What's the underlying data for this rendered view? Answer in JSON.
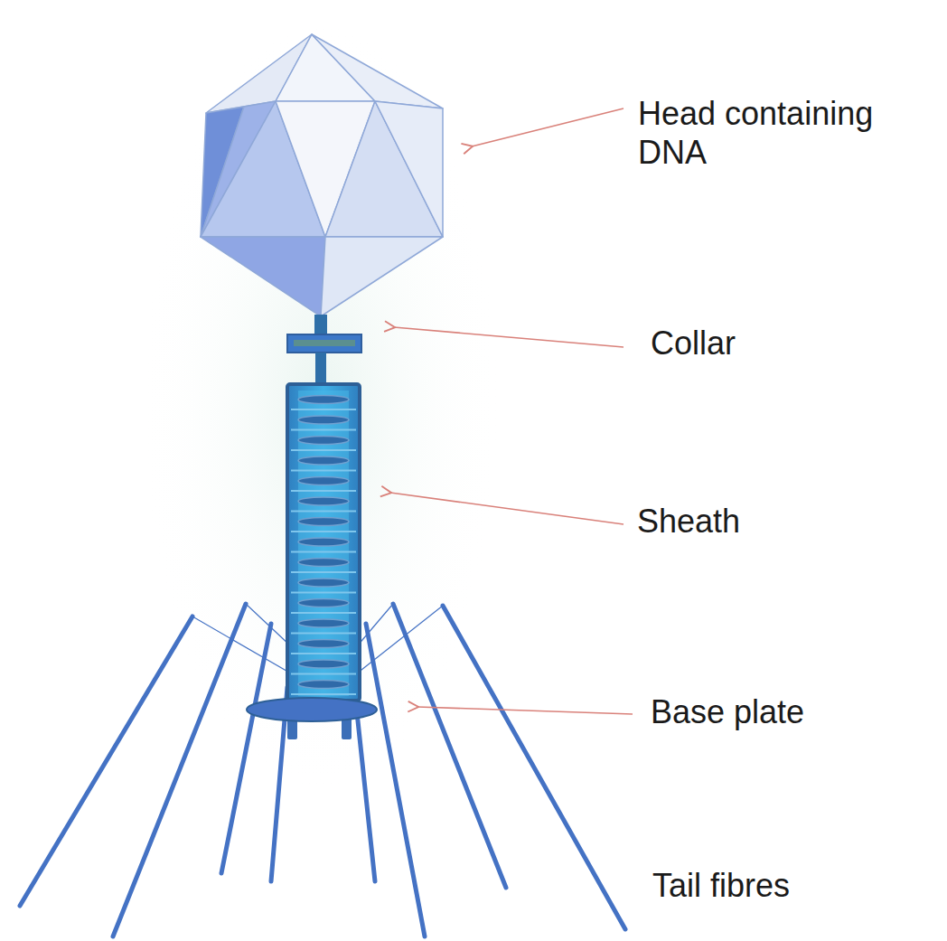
{
  "diagram": {
    "labels": [
      "Head containing DNA",
      "Collar",
      "Sheath",
      "Base plate",
      "Tail fibres"
    ]
  }
}
